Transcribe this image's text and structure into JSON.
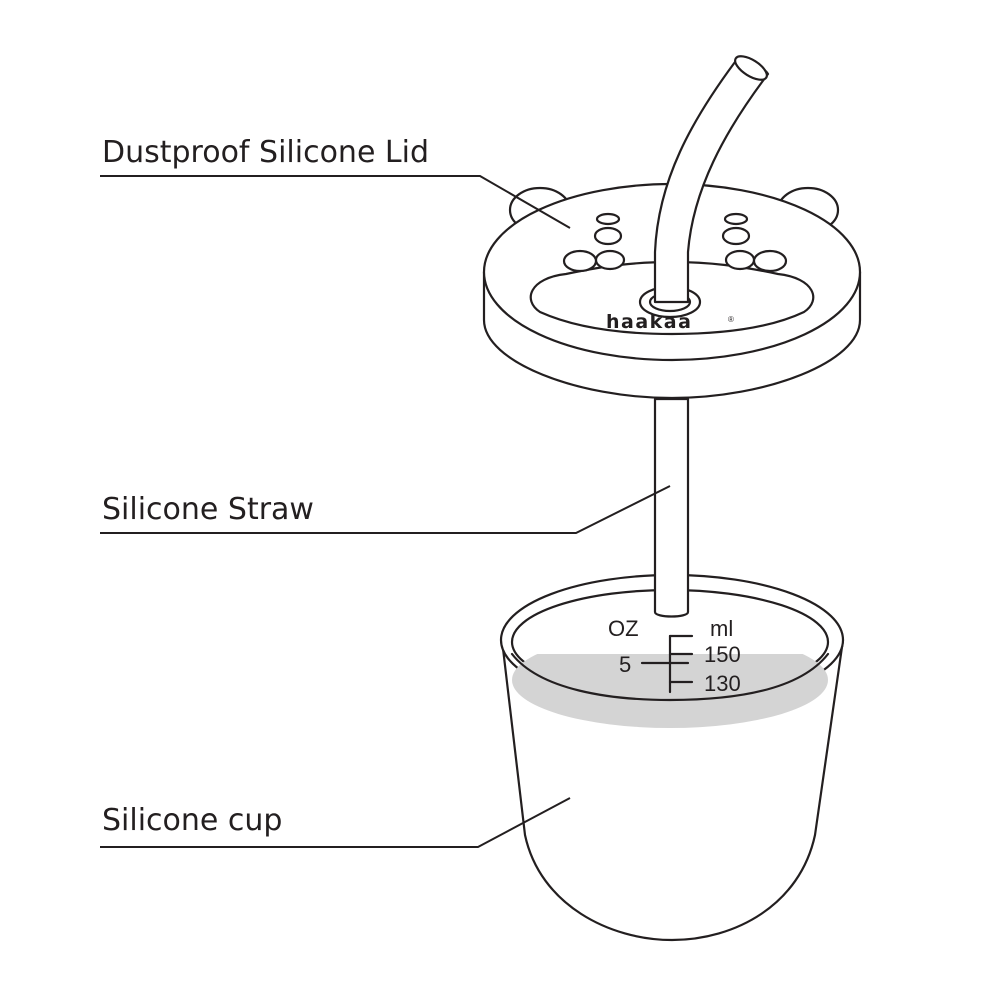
{
  "labels": {
    "lid": "Dustproof Silicone Lid",
    "straw": "Silicone Straw",
    "cup": "Silicone cup"
  },
  "brand": {
    "name": "haakaa",
    "mark": "®"
  },
  "scale": {
    "unit_left": "OZ",
    "unit_right": "ml",
    "oz_mark": "5",
    "ml_mark_1": "150",
    "ml_mark_2": "130"
  },
  "colors": {
    "ink": "#231f20",
    "liquid": "#d4d4d4",
    "background": "#ffffff"
  }
}
